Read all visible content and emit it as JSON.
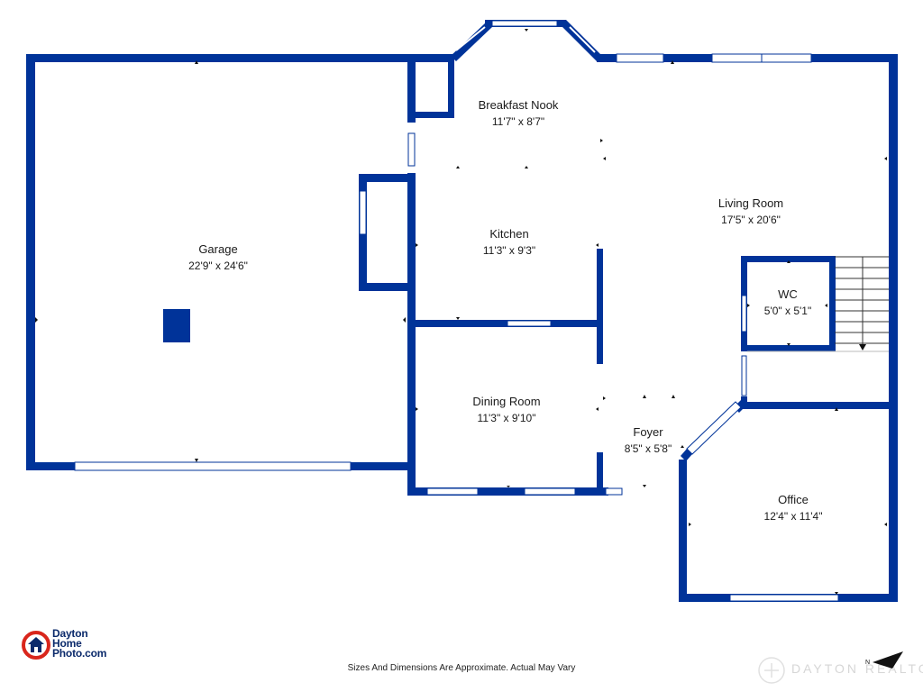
{
  "colors": {
    "wall": "#003399",
    "opening": "#ffffff",
    "logo_red": "#d9261c",
    "logo_blue": "#0b2a6b"
  },
  "rooms": {
    "garage": {
      "name": "Garage",
      "dims": "22'9\" x 24'6\""
    },
    "breakfast_nook": {
      "name": "Breakfast Nook",
      "dims": "11'7\" x 8'7\""
    },
    "kitchen": {
      "name": "Kitchen",
      "dims": "11'3\" x 9'3\""
    },
    "living_room": {
      "name": "Living Room",
      "dims": "17'5\" x 20'6\""
    },
    "wc": {
      "name": "WC",
      "dims": "5'0\" x 5'1\""
    },
    "dining_room": {
      "name": "Dining Room",
      "dims": "11'3\" x 9'10\""
    },
    "foyer": {
      "name": "Foyer",
      "dims": "8'5\" x 5'8\""
    },
    "office": {
      "name": "Office",
      "dims": "12'4\" x 11'4\""
    }
  },
  "logo": {
    "line1": "Dayton",
    "line2": "Home",
    "line3": "Photo.com",
    "icon": "house-logo-icon"
  },
  "footer": {
    "disclaimer": "Sizes And Dimensions Are Approximate. Actual May Vary"
  },
  "watermark": {
    "text": "DAYTON REALTORS"
  },
  "compass": {
    "label": "N",
    "icon": "north-arrow-icon"
  }
}
